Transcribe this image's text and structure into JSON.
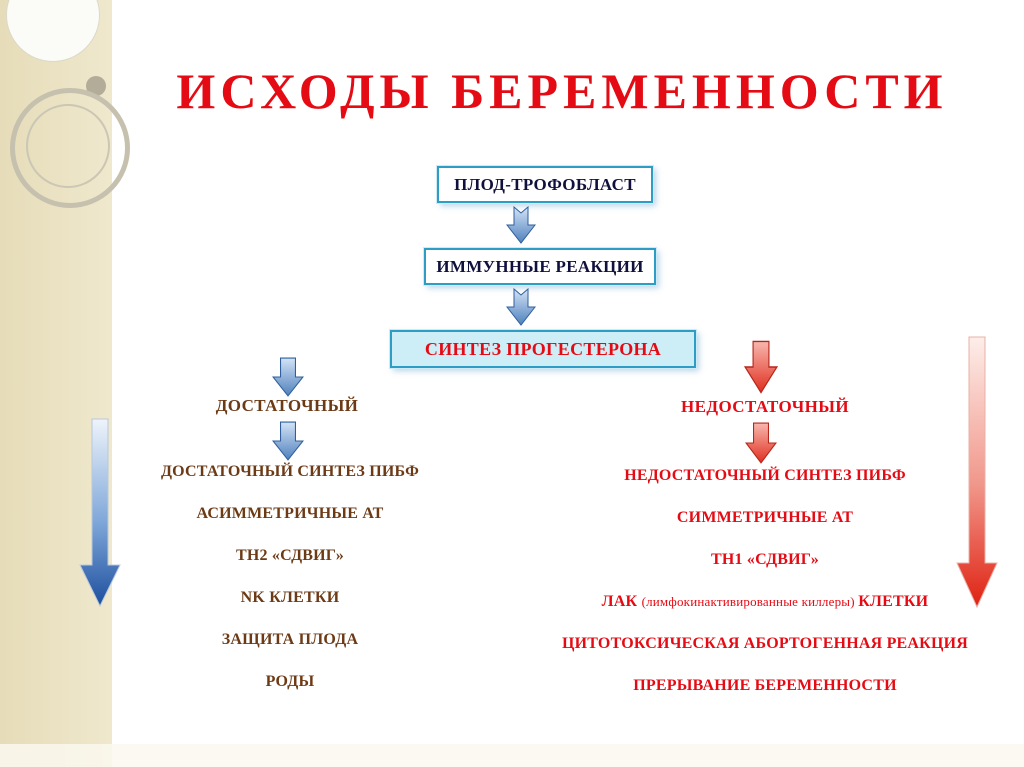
{
  "slide": {
    "title": "ИСХОДЫ БЕРЕМЕННОСТИ"
  },
  "flow": {
    "nodes": [
      {
        "label": "ПЛОД-ТРОФОБЛАСТ"
      },
      {
        "label": "ИММУННЫЕ РЕАКЦИИ"
      },
      {
        "label": "СИНТЕЗ ПРОГЕСТЕРОНА"
      }
    ]
  },
  "branches": {
    "sufficient": {
      "label": "ДОСТАТОЧНЫЙ",
      "items": [
        "ДОСТАТОЧНЫЙ СИНТЕЗ ПИБФ",
        "АСИММЕТРИЧНЫЕ АТ",
        "TH2 «СДВИГ»",
        "NK КЛЕТКИ",
        "ЗАЩИТА ПЛОДА",
        "РОДЫ"
      ]
    },
    "insufficient": {
      "label": "НЕДОСТАТОЧНЫЙ",
      "items": [
        "НЕДОСТАТОЧНЫЙ СИНТЕЗ ПИБФ",
        "СИММЕТРИЧНЫЕ АТ",
        "TH1 «СДВИГ»",
        {
          "prefix": "ЛАК ",
          "note": "(лимфокинактивированные киллеры) ",
          "suffix": "КЛЕТКИ"
        },
        "ЦИТОТОКСИЧЕСКАЯ АБОРТОГЕННАЯ РЕАКЦИЯ",
        "ПРЕРЫВАНИЕ БЕРЕМЕННОСТИ"
      ]
    }
  },
  "colors": {
    "title_red": "#e50b14",
    "box_border_teal": "#2e9dc6",
    "progesterone_fill": "#cdeef7",
    "brown_text": "#6d3a16",
    "red_text": "#e50b14",
    "blue_arrow": "#4f81bd",
    "red_arrow": "#e02f1f",
    "sidebar_beige": "#eae1c1"
  }
}
